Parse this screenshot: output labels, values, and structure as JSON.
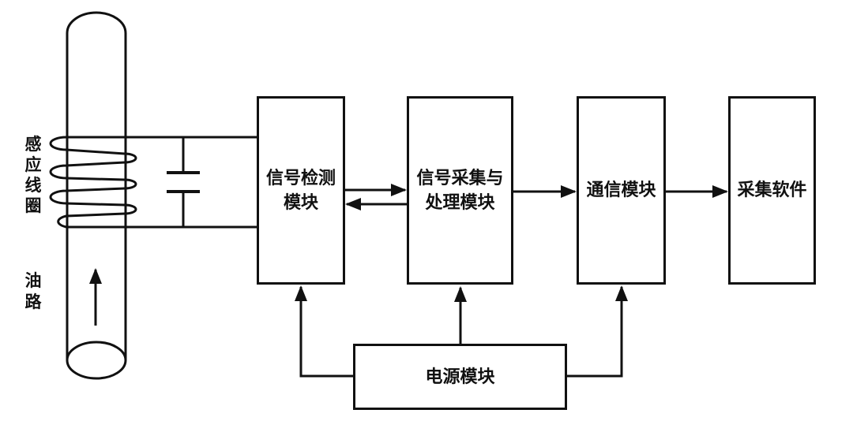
{
  "canvas": {
    "background": "#ffffff",
    "line_color": "#111111"
  },
  "labels": {
    "coil": "感\n应\n线\n圈",
    "oil_path": "油\n路"
  },
  "modules": {
    "detection": {
      "label": "信号检测\n模块"
    },
    "acquisition": {
      "label": "信号采集与\n处理模块"
    },
    "communication": {
      "label": "通信模块"
    },
    "software": {
      "label": "采集软件"
    },
    "power": {
      "label": "电源模块"
    }
  },
  "connections": [
    {
      "from": "coil-capacitor",
      "to": "detection",
      "type": "wire-pair"
    },
    {
      "from": "detection",
      "to": "acquisition",
      "type": "arrow"
    },
    {
      "from": "acquisition",
      "to": "detection",
      "type": "arrow"
    },
    {
      "from": "acquisition",
      "to": "communication",
      "type": "arrow"
    },
    {
      "from": "communication",
      "to": "software",
      "type": "arrow"
    },
    {
      "from": "power",
      "to": "detection",
      "type": "arrow"
    },
    {
      "from": "power",
      "to": "acquisition",
      "type": "arrow"
    },
    {
      "from": "power",
      "to": "communication",
      "type": "arrow"
    },
    {
      "from": "oil-flow",
      "to": "up",
      "type": "arrow"
    }
  ]
}
